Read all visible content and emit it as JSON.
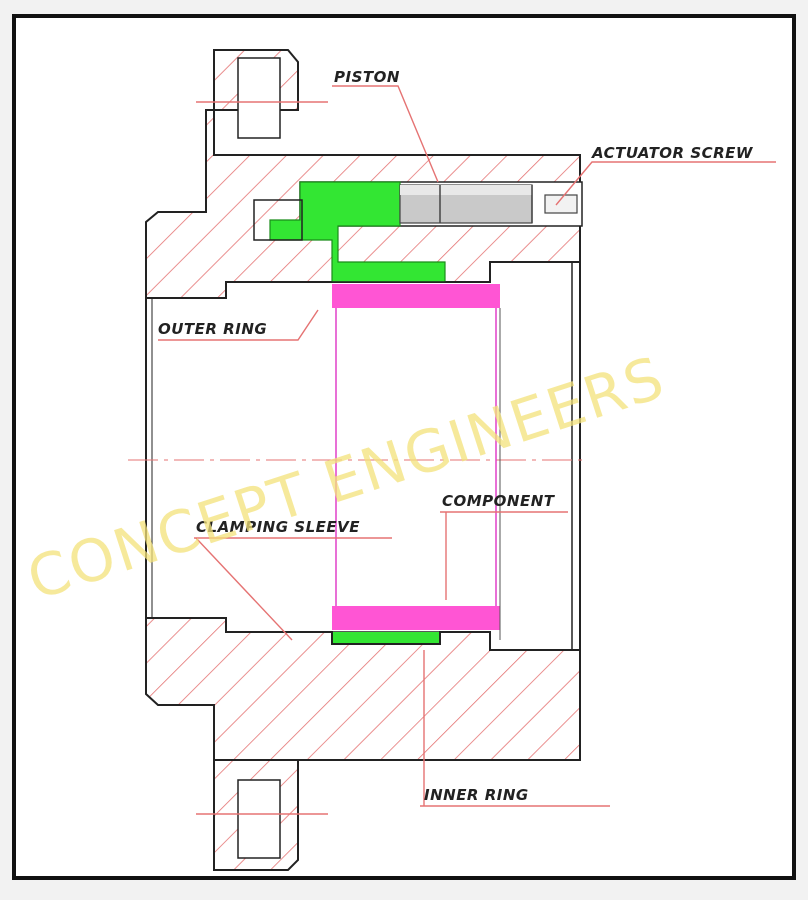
{
  "labels": {
    "piston": "PISTON",
    "actuator_screw": "ACTUATOR SCREW",
    "outer_ring": "OUTER RING",
    "clamping_sleeve": "CLAMPING SLEEVE",
    "component": "COMPONENT",
    "inner_ring": "INNER RING"
  },
  "watermark": "CONCEPT ENGINEERS",
  "colors": {
    "hatch": "#e57373",
    "outline": "#222222",
    "piston_green": "#33e633",
    "component_magenta": "#ff55d4",
    "leader": "#e57373",
    "watermark": "#f3e27a"
  }
}
